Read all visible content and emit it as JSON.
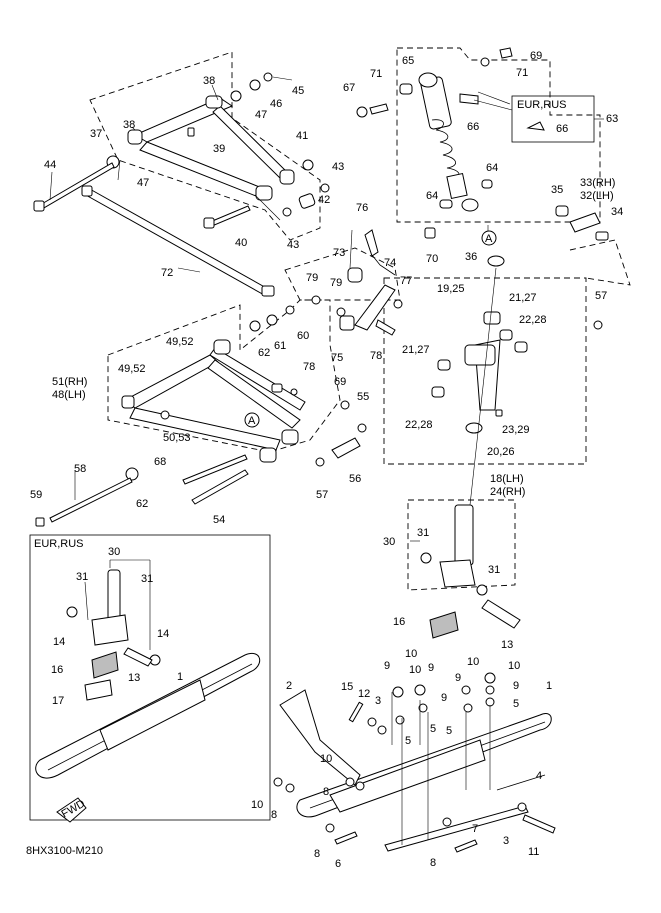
{
  "diagram_code": "8HX3100-M210",
  "inset_title": "EUR,RUS",
  "shock_inset_title": "EUR,RUS",
  "fwd_label": "FWD",
  "labels": {
    "l69a": "69",
    "l71a": "71",
    "l71b": "71",
    "l65": "65",
    "l67": "67",
    "l63": "63",
    "l66a": "66",
    "l66b": "66",
    "l64a": "64",
    "l64b": "64",
    "lA1": "A",
    "l70": "70",
    "l38a": "38",
    "l45": "45",
    "l46": "46",
    "l47a": "47",
    "l37": "37",
    "l38b": "38",
    "l39": "39",
    "l41": "41",
    "l44": "44",
    "l47b": "47",
    "l43a": "43",
    "l42": "42",
    "l43b": "43",
    "l40": "40",
    "l72": "72",
    "l76": "76",
    "l73": "73",
    "l74": "74",
    "l79a": "79",
    "l79b": "79",
    "l77": "77",
    "l75": "75",
    "l78a": "78",
    "l35": "35",
    "l33": "33(RH)",
    "l32": "32(LH)",
    "l34": "34",
    "l36": "36",
    "l1925": "19,25",
    "l2127a": "21,27",
    "l2228a": "22,28",
    "l57a": "57",
    "l2127b": "21,27",
    "l2228b": "22,28",
    "l2329": "23,29",
    "l2026": "20,26",
    "l18": "18(LH)",
    "l24": "24(RH)",
    "l4952a": "49,52",
    "l62a": "62",
    "l61": "61",
    "l60": "60",
    "l51": "51(RH)",
    "l48": "48(LH)",
    "l4952b": "49,52",
    "l78b": "78",
    "l69b": "69",
    "l55": "55",
    "l5053": "50,53",
    "lA2": "A",
    "l68": "68",
    "l56": "56",
    "l57b": "57",
    "l54": "54",
    "l58": "58",
    "l62b": "62",
    "l59": "59",
    "l30a": "30",
    "l31a": "31",
    "l31b": "31",
    "l16a": "16",
    "l13a": "13",
    "l30b": "30",
    "l31c": "31",
    "l31d": "31",
    "l14a": "14",
    "l14b": "14",
    "l16b": "16",
    "l13b": "13",
    "l17": "17",
    "l1a": "1",
    "l2": "2",
    "l15": "15",
    "l12": "12",
    "l3a": "3",
    "l9a": "9",
    "l10a": "10",
    "l9b": "9",
    "l10b": "10",
    "l9c": "9",
    "l5a": "5",
    "l5b": "5",
    "l5c": "5",
    "l9d": "9",
    "l10c": "10",
    "l10d": "10",
    "l9e": "9",
    "l5d": "5",
    "l1b": "1",
    "l10e": "10",
    "l8a": "8",
    "l4": "4",
    "l10f": "10",
    "l8b": "8",
    "l7": "7",
    "l3b": "3",
    "l11": "11",
    "l8c": "8",
    "l6": "6",
    "l8d": "8"
  }
}
